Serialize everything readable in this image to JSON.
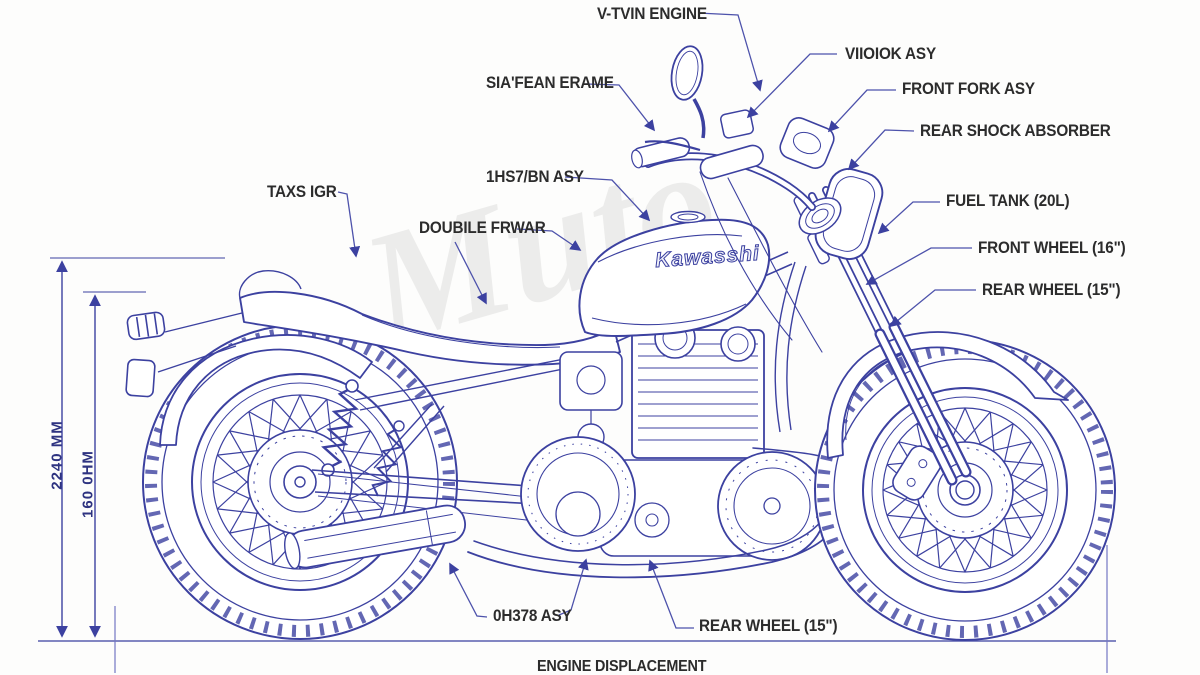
{
  "watermark": {
    "text": "Muto"
  },
  "brand_logo": "Kawasshi",
  "callouts": {
    "v_twin_engine": "V-TVIN ENGINE",
    "mirror_assembly": "VIIOIOK ASY",
    "handlebar_frame": "SIA'FEAN ERAME",
    "front_fork": "FRONT FORK ASY",
    "rear_shock": "REAR SHOCK ABSORBER",
    "headlight_assembly": "1HS7/BN ASY",
    "fuel_tank": "FUEL TANK (20L)",
    "seat": "TAXS IGR",
    "double_frame": "DOUBILE FRWAR",
    "front_wheel": "FRONT WHEEL (16\")",
    "rear_wheel": "REAR WHEEL (15\")",
    "exhaust_assembly": "0H378 ASY",
    "rear_wheel_bottom": "REAR WHEEL (15\")",
    "engine_displacement": "ENGINE DISPLACEMENT"
  },
  "dimensions": {
    "overall_height": "2240 MM",
    "secondary_height": "160 0HM"
  },
  "colors": {
    "line": "#3c41a0",
    "line_light": "#7377c4",
    "label_text": "#2c2c2c",
    "dimension_text": "#2e3380"
  }
}
